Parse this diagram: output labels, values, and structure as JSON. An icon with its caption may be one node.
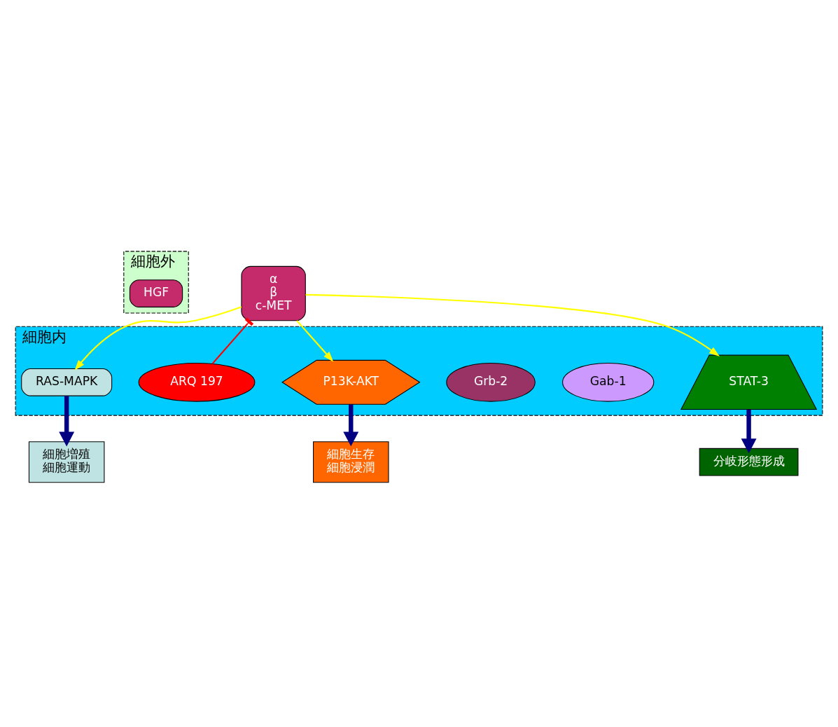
{
  "diagram": {
    "nodes": [
      {
        "text": [
          "細胞外"
        ]
      },
      {
        "text": [
          "細胞内"
        ]
      },
      {
        "text": [
          "HGF"
        ],
        "in": 0
      },
      {
        "text": [
          "α",
          "β",
          "c-MET"
        ]
      },
      {
        "text": [
          "ARQ 197"
        ],
        "in": 1
      },
      {
        "text": [
          "Gab-1"
        ],
        "in": 1
      },
      {
        "text": [
          "Grb-2"
        ],
        "in": 1
      },
      {
        "text": [
          "RAS-MAPK"
        ],
        "in": 1
      },
      {
        "text": [
          "P13K-AKT"
        ],
        "in": 1
      },
      {
        "text": [
          "STAT-3"
        ],
        "in": 1
      },
      {
        "text": [
          "細胞増殖",
          "細胞運動"
        ]
      },
      {
        "text": [
          "細胞生存",
          "細胞浸潤"
        ]
      },
      {
        "text": [
          "分岐形態形成"
        ]
      }
    ],
    "edges": [
      {
        "from": 4,
        "to": 3,
        "arrow": "other",
        "color": "#ff0000"
      },
      {
        "from": 3,
        "to": 7,
        "arrow": "to",
        "color": "#ffff00"
      },
      {
        "from": 3,
        "to": 8,
        "arrow": "to",
        "color": "#ffff00"
      },
      {
        "from": 3,
        "to": 9,
        "arrow": "to",
        "color": "#ffff00"
      },
      {
        "from": 7,
        "to": 10,
        "arrow": "to",
        "style": "thick",
        "color": "#000080"
      },
      {
        "from": 8,
        "to": 11,
        "arrow": "to",
        "style": "thick",
        "color": "#000080"
      },
      {
        "from": 9,
        "to": 12,
        "arrow": "to",
        "style": "thick",
        "color": "#000080"
      }
    ]
  }
}
